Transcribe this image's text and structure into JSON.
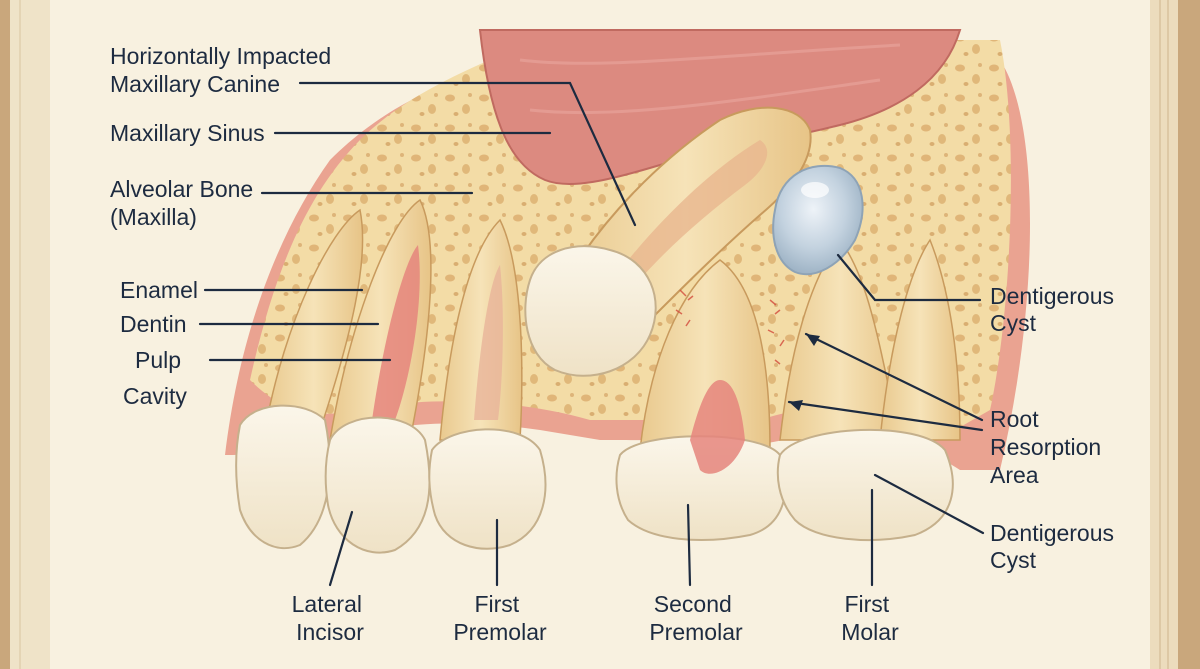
{
  "labels": {
    "canine": [
      "Horizontally Impacted",
      "Maxillary Canine"
    ],
    "sinus": [
      "Maxillary Sinus"
    ],
    "alveolar": [
      "Alveolar Bone",
      "(Maxilla)"
    ],
    "enamel": [
      "Enamel"
    ],
    "dentin": [
      "Dentin"
    ],
    "pulp": [
      "Pulp",
      "Cavity"
    ],
    "cyst_upper": [
      "Dentigerous",
      "Cyst"
    ],
    "resorption": [
      "Root",
      "Resorption",
      "Area"
    ],
    "cyst_lower": [
      "Dentigerous",
      "Cyst"
    ],
    "lateral_incisor": [
      "Lateral",
      "Incisor"
    ],
    "first_premolar": [
      "First",
      "Premolar"
    ],
    "second_premolar": [
      "Second",
      "Premolar"
    ],
    "first_molar": [
      "First",
      "Molar"
    ]
  },
  "colors": {
    "page": "#f8f1e0",
    "bone": "#f2d9a3",
    "gum": "#eaa391",
    "sinus": "#dc8a80",
    "tooth": "#f7efdc",
    "pulp": "#e5857c",
    "cyst": "#bccbd8",
    "ink": "#1d2b40"
  }
}
